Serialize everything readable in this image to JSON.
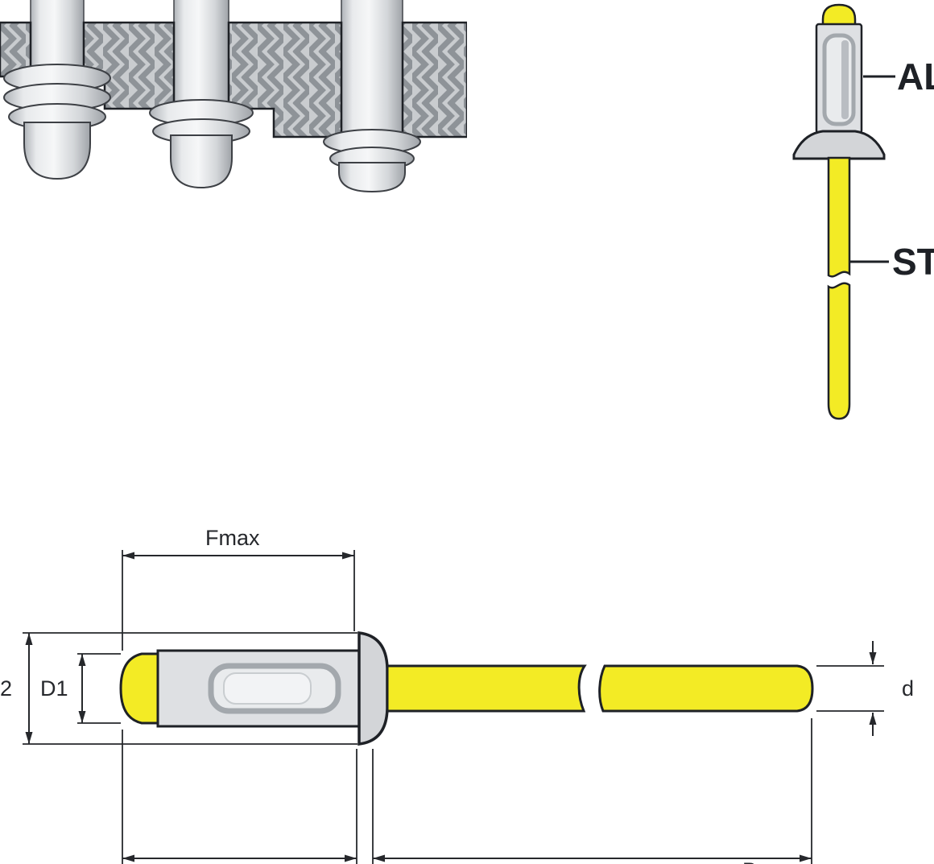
{
  "colors": {
    "mandrel_yellow": "#F3EB25",
    "body_gray": "#DEE0E3",
    "sleeve_gray": "#A3A8AD",
    "flange_gray": "#D3D5D8",
    "hatch_bg": "#C9CCCF",
    "hatch_stroke": "#8E9398",
    "outline_ink": "#1E2126",
    "dim_ink": "#26282C"
  },
  "side_view": {
    "body_material_label": "AL",
    "stem_material_label": "ST"
  },
  "dimension_drawing": {
    "length_dim_label": "Fmax",
    "body_diameter_label": "D1",
    "head_diameter_label_partial": "2",
    "stem_diameter_label": "d",
    "bottom_dim_label_partial": "B"
  }
}
